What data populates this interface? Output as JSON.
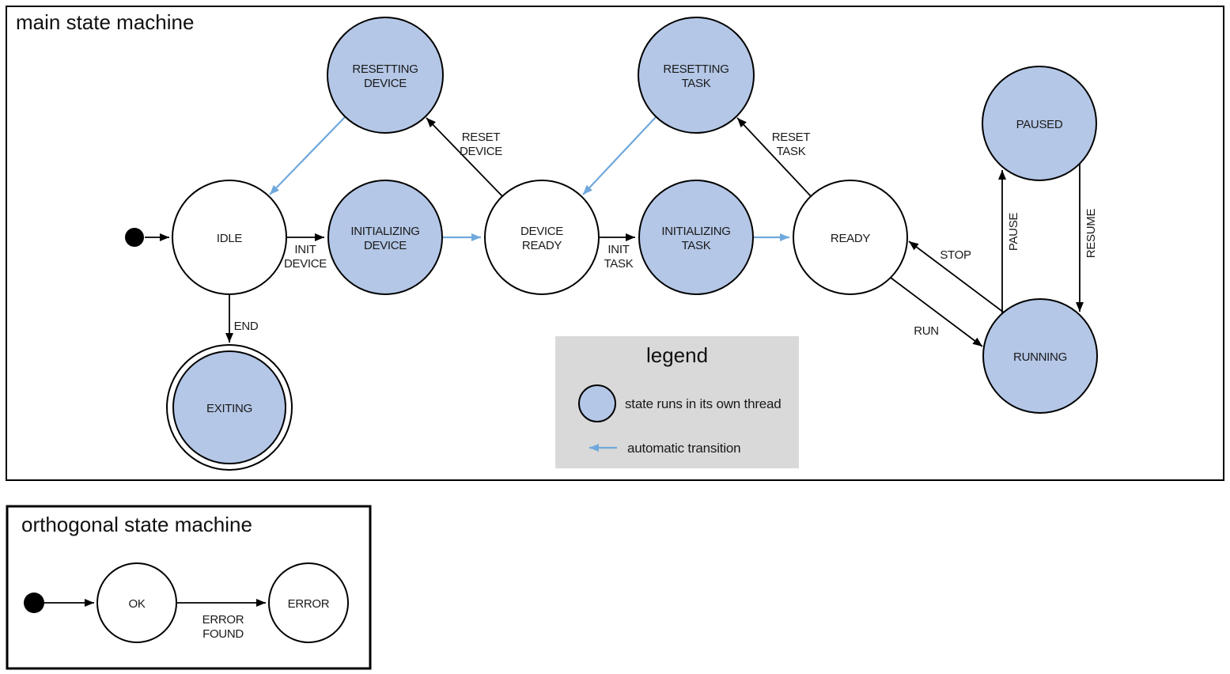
{
  "main_machine": {
    "title": "main state machine",
    "nodes": {
      "idle": {
        "label": "IDLE",
        "lines": [
          "IDLE"
        ],
        "threaded": false
      },
      "resetting_device": {
        "label": "RESETTING DEVICE",
        "lines": [
          "RESETTING",
          "DEVICE"
        ],
        "threaded": true
      },
      "initializing_device": {
        "label": "INITIALIZING DEVICE",
        "lines": [
          "INITIALIZING",
          "DEVICE"
        ],
        "threaded": true
      },
      "device_ready": {
        "label": "DEVICE READY",
        "lines": [
          "DEVICE",
          "READY"
        ],
        "threaded": false
      },
      "resetting_task": {
        "label": "RESETTING TASK",
        "lines": [
          "RESETTING",
          "TASK"
        ],
        "threaded": true
      },
      "initializing_task": {
        "label": "INITIALIZING TASK",
        "lines": [
          "INITIALIZING",
          "TASK"
        ],
        "threaded": true
      },
      "ready": {
        "label": "READY",
        "lines": [
          "READY"
        ],
        "threaded": false
      },
      "paused": {
        "label": "PAUSED",
        "lines": [
          "PAUSED"
        ],
        "threaded": true
      },
      "running": {
        "label": "RUNNING",
        "lines": [
          "RUNNING"
        ],
        "threaded": true
      },
      "exiting": {
        "label": "EXITING",
        "lines": [
          "EXITING"
        ],
        "threaded": true,
        "final_state": true
      }
    },
    "edges": {
      "init_device": {
        "label": "INIT DEVICE",
        "lines": [
          "INIT",
          "DEVICE"
        ],
        "from": "IDLE",
        "to": "INITIALIZING DEVICE",
        "automatic": false
      },
      "auto_dev": {
        "label": "",
        "lines": [],
        "from": "INITIALIZING DEVICE",
        "to": "DEVICE READY",
        "automatic": true
      },
      "reset_device": {
        "label": "RESET DEVICE",
        "lines": [
          "RESET",
          "DEVICE"
        ],
        "from": "DEVICE READY",
        "to": "RESETTING DEVICE",
        "automatic": false
      },
      "auto_reset_dev": {
        "label": "",
        "lines": [],
        "from": "RESETTING DEVICE",
        "to": "IDLE",
        "automatic": true
      },
      "init_task": {
        "label": "INIT TASK",
        "lines": [
          "INIT",
          "TASK"
        ],
        "from": "DEVICE READY",
        "to": "INITIALIZING TASK",
        "automatic": false
      },
      "auto_task": {
        "label": "",
        "lines": [],
        "from": "INITIALIZING TASK",
        "to": "READY",
        "automatic": true
      },
      "reset_task": {
        "label": "RESET TASK",
        "lines": [
          "RESET",
          "TASK"
        ],
        "from": "READY",
        "to": "RESETTING TASK",
        "automatic": false
      },
      "auto_reset_task": {
        "label": "",
        "lines": [],
        "from": "RESETTING TASK",
        "to": "DEVICE READY",
        "automatic": true
      },
      "run": {
        "label": "RUN",
        "lines": [
          "RUN"
        ],
        "from": "READY",
        "to": "RUNNING",
        "automatic": false
      },
      "stop": {
        "label": "STOP",
        "lines": [
          "STOP"
        ],
        "from": "RUNNING",
        "to": "READY",
        "automatic": false
      },
      "pause": {
        "label": "PAUSE",
        "lines": [
          "PAUSE"
        ],
        "from": "RUNNING",
        "to": "PAUSED",
        "automatic": false
      },
      "resume": {
        "label": "RESUME",
        "lines": [
          "RESUME"
        ],
        "from": "PAUSED",
        "to": "RUNNING",
        "automatic": false
      },
      "end": {
        "label": "END",
        "lines": [
          "END"
        ],
        "from": "IDLE",
        "to": "EXITING",
        "automatic": false
      }
    }
  },
  "legend": {
    "title": "legend",
    "thread_item_label": "state runs in its own thread",
    "auto_item_label": "automatic transition"
  },
  "orthogonal_machine": {
    "title": "orthogonal state machine",
    "nodes": {
      "ok": {
        "label": "OK",
        "lines": [
          "OK"
        ],
        "threaded": false
      },
      "error": {
        "label": "ERROR",
        "lines": [
          "ERROR"
        ],
        "threaded": false
      }
    },
    "edges": {
      "error_found": {
        "label": "ERROR FOUND",
        "lines": [
          "ERROR",
          "FOUND"
        ],
        "from": "OK",
        "to": "ERROR",
        "automatic": false
      }
    }
  },
  "colors": {
    "threaded_state_fill": "#b4c7e7",
    "automatic_transition": "#6fa8dc",
    "legend_background": "#d9d9d9",
    "outline": "#000000"
  }
}
